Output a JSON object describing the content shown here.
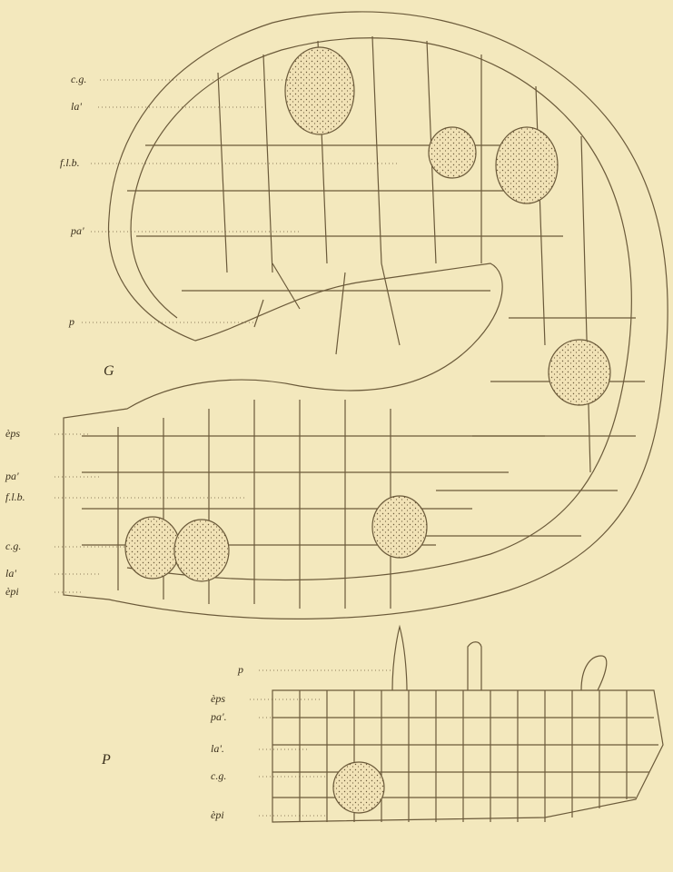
{
  "figure_labels": {
    "upper": "G",
    "lower": "P"
  },
  "upper_labels": [
    "c.g.",
    "la'",
    "f.l.b.",
    "pa'",
    "p"
  ],
  "middle_labels": [
    "èps",
    "pa'",
    "f.l.b.",
    "c.g.",
    "la'",
    "èpi"
  ],
  "lower_labels": [
    "p",
    "èps",
    "pa'.",
    "la'.",
    "c.g.",
    "èpi"
  ],
  "colors": {
    "paper": "#f3e8bd",
    "ink": "#6b5a3a",
    "stipple": "#efe0b4"
  }
}
